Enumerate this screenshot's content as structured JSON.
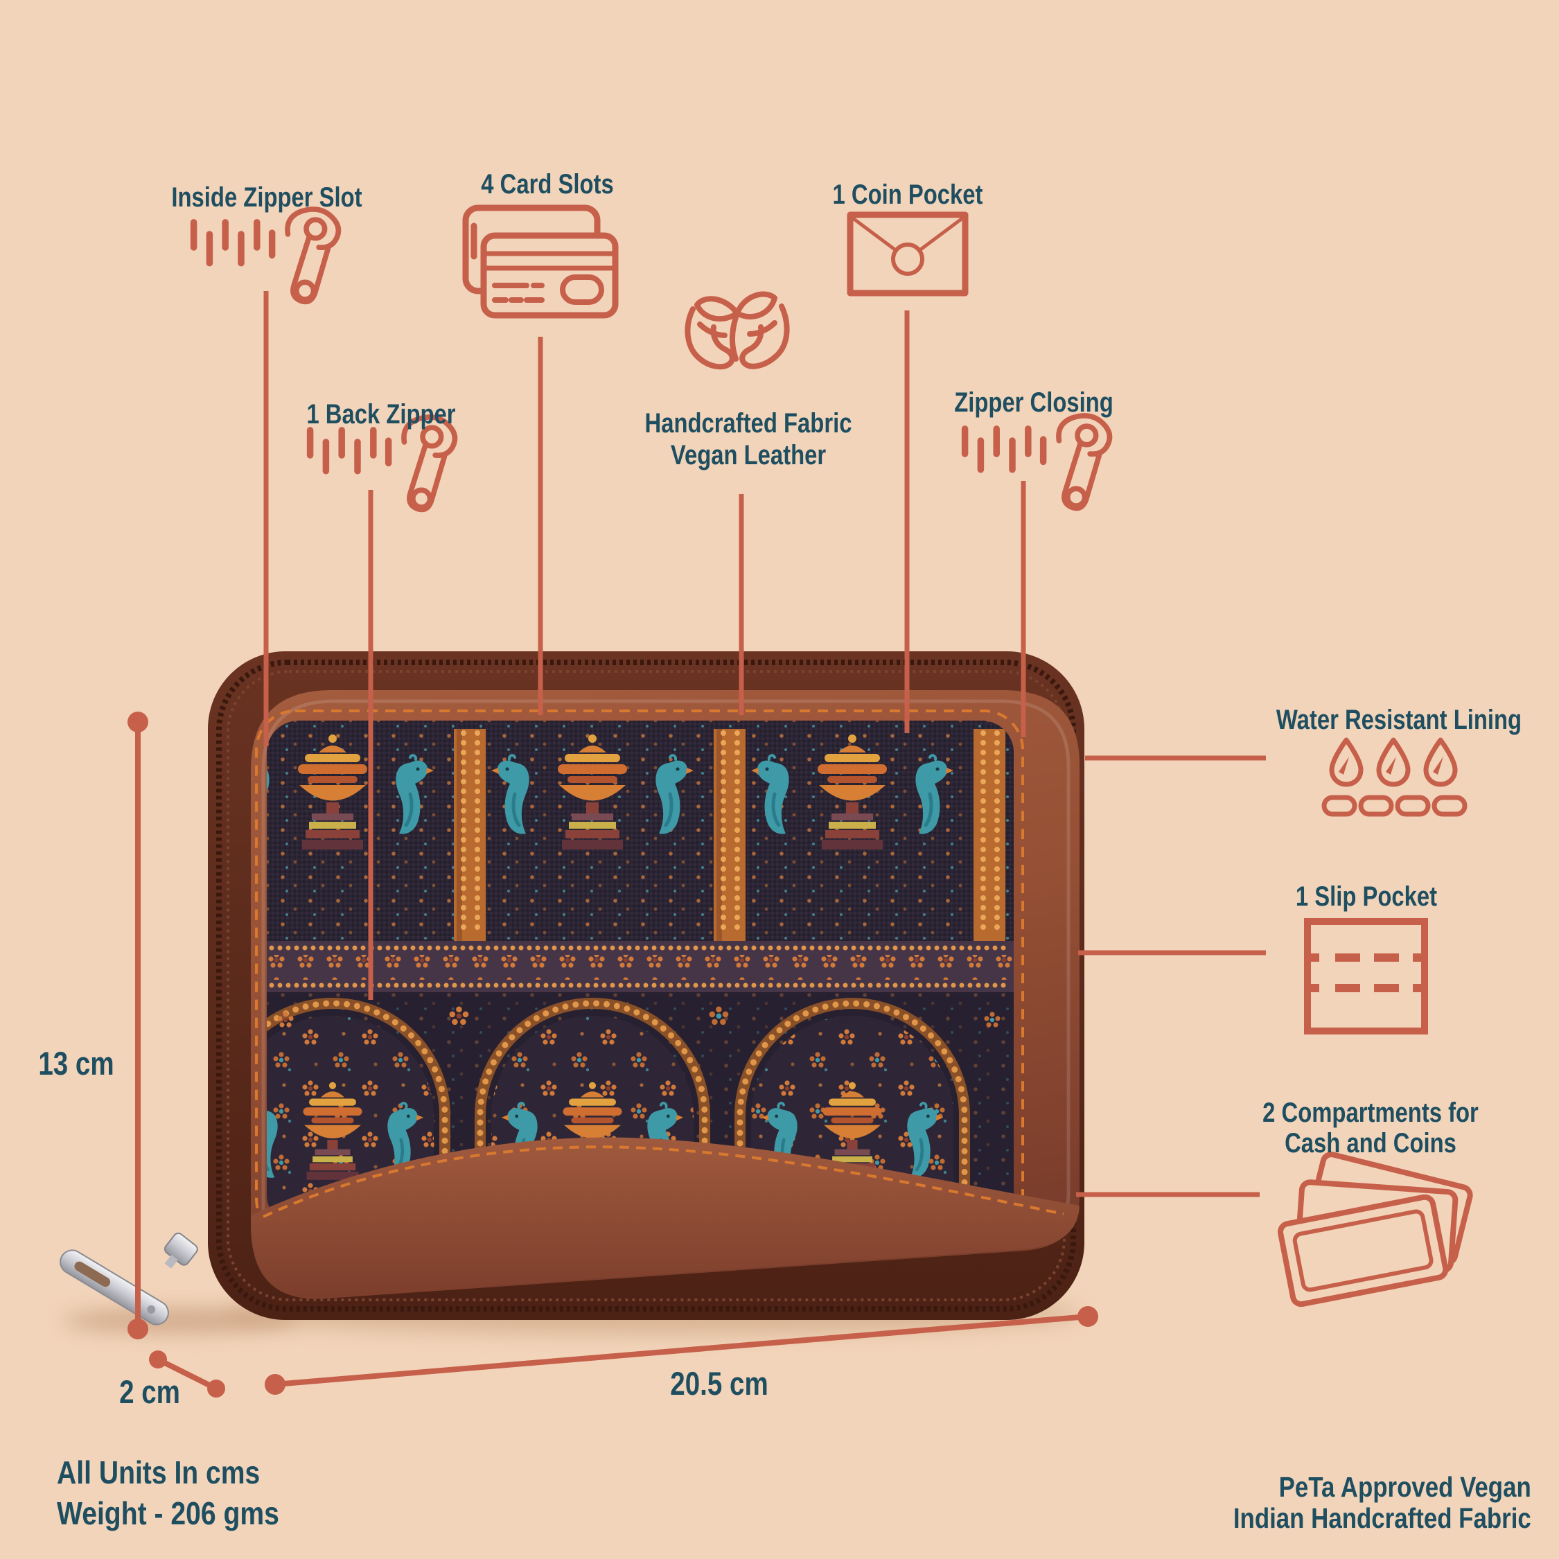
{
  "palette": {
    "background": "#f2d4ba",
    "accent": "#c6604a",
    "text": "#1e4e60",
    "leather": "#96503a",
    "fabric_dark": "#2b2433"
  },
  "features": {
    "inside_zipper_slot": {
      "label": "Inside Zipper Slot",
      "icon": "zipper-icon"
    },
    "card_slots": {
      "label": "4 Card Slots",
      "icon": "credit-cards-icon"
    },
    "coin_pocket": {
      "label": "1 Coin Pocket",
      "icon": "envelope-coin-icon"
    },
    "back_zipper": {
      "label": "1 Back Zipper",
      "icon": "zipper-icon"
    },
    "handcrafted": {
      "label_line1": "Handcrafted Fabric",
      "label_line2": "Vegan Leather",
      "icon": "hands-leaf-icon"
    },
    "zipper_closing": {
      "label": "Zipper Closing",
      "icon": "zipper-icon"
    },
    "water_resistant": {
      "label": "Water Resistant Lining",
      "icon": "water-drops-icon"
    },
    "slip_pocket": {
      "label": "1 Slip Pocket",
      "icon": "slip-pocket-icon"
    },
    "compartments": {
      "label_line1": "2 Compartments for",
      "label_line2": "Cash and Coins",
      "icon": "banknotes-icon"
    }
  },
  "dimensions": {
    "height": "13 cm",
    "depth": "2 cm",
    "width": "20.5 cm"
  },
  "footer": {
    "left_line1": "All Units In cms",
    "left_line2": "Weight - 206 gms",
    "right_line1": "PeTa Approved Vegan",
    "right_line2": "Indian Handcrafted Fabric"
  }
}
